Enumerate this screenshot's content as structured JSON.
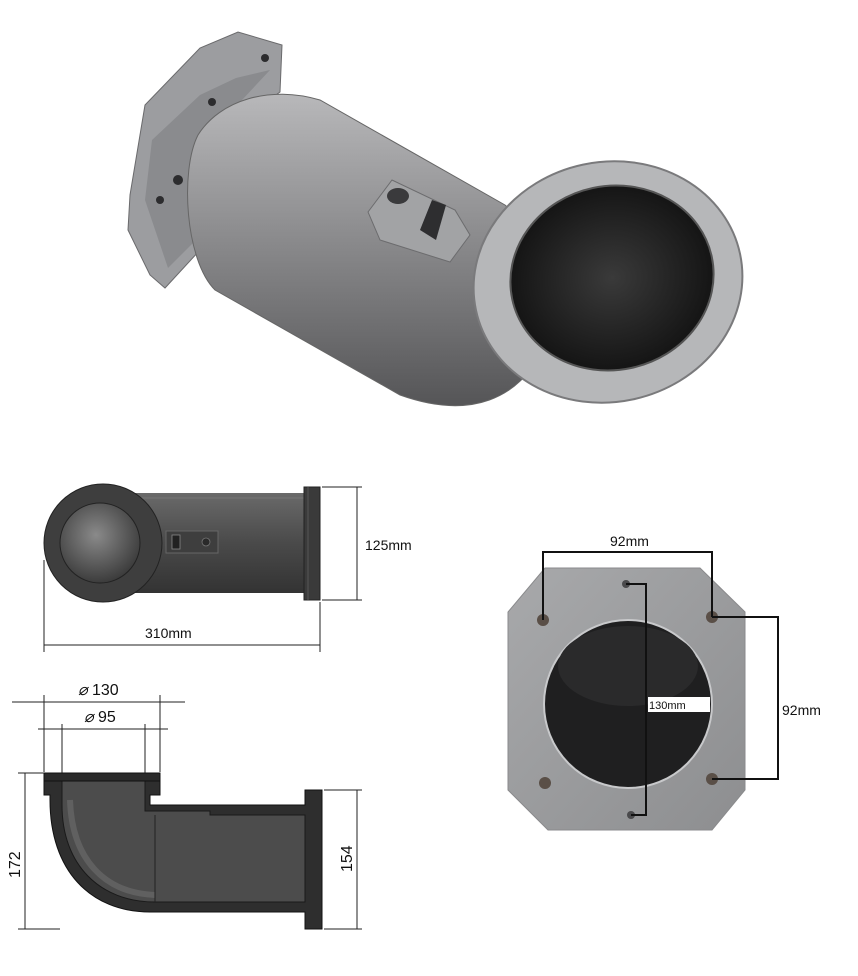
{
  "dimensions": {
    "side_height": "125mm",
    "side_length": "310mm",
    "outer_diameter": "130",
    "inner_diameter": "95",
    "section_height_left": "172",
    "section_height_right": "154",
    "flange_hole_spacing_top": "92mm",
    "flange_hole_spacing_right": "92mm",
    "flange_bore": "130mm"
  },
  "colors": {
    "casting_metal": "#9a9a9c",
    "casting_dark": "#3a3a3c",
    "cad_body": "#4a4a4a",
    "cad_dark": "#2e2e2e",
    "dimension_line": "#222222",
    "marker_line": "#111111"
  }
}
